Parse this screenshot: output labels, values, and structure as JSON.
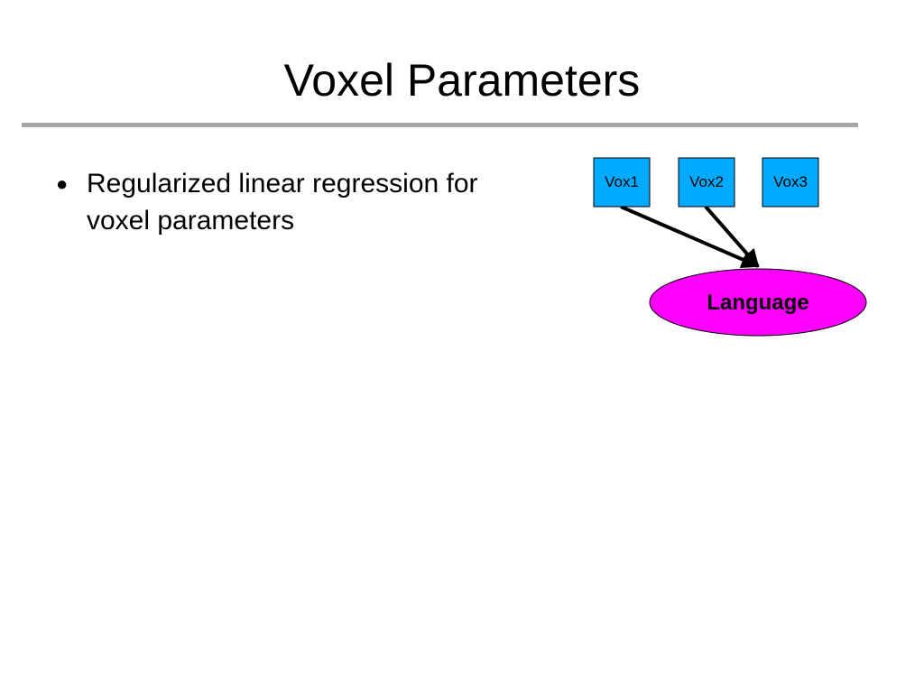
{
  "slide": {
    "title": "Voxel Parameters",
    "bullets": [
      {
        "text": "Regularized linear regression for voxel parameters"
      }
    ]
  },
  "diagram": {
    "nodes": [
      {
        "id": "vox1",
        "label": "Vox1",
        "shape": "rectangle"
      },
      {
        "id": "vox2",
        "label": "Vox2",
        "shape": "rectangle"
      },
      {
        "id": "vox3",
        "label": "Vox3",
        "shape": "rectangle"
      },
      {
        "id": "language",
        "label": "Language",
        "shape": "ellipse"
      }
    ],
    "edges": [
      {
        "from": "vox1",
        "to": "language"
      },
      {
        "from": "vox2",
        "to": "language"
      }
    ],
    "colors": {
      "box_fill": "#00aaff",
      "ellipse_fill": "#ff00ff",
      "title_rule": "#a6a6a6",
      "stroke": "#000000"
    }
  }
}
